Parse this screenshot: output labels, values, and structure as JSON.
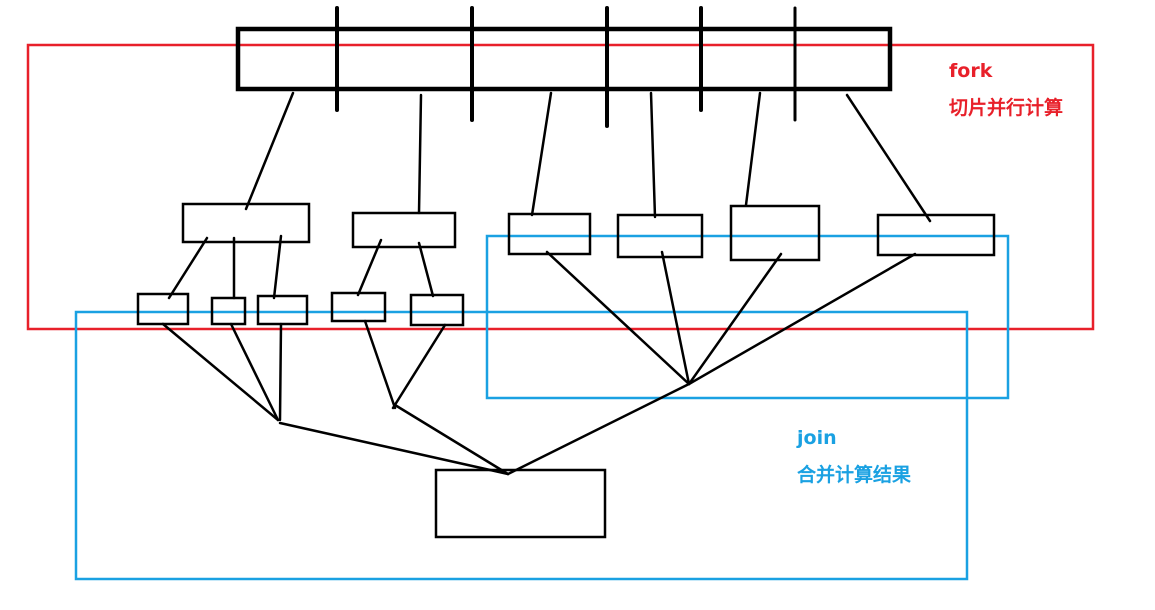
{
  "fork": {
    "title": "fork",
    "subtitle": "切片并行计算",
    "color": "#e8202a"
  },
  "join": {
    "title": "join",
    "subtitle": "合并计算结果",
    "color": "#1aa1e2"
  },
  "ink_color": "#000000"
}
